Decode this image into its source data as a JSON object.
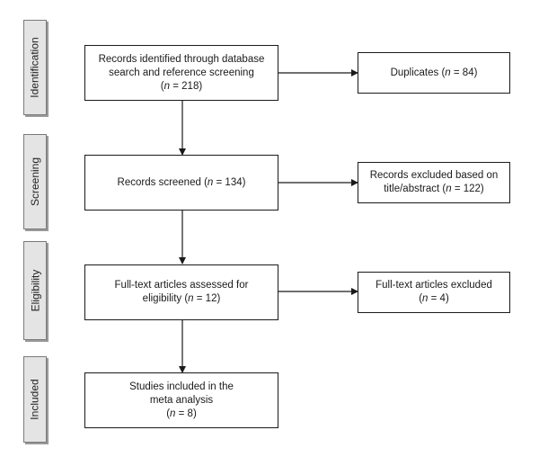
{
  "stages": {
    "identification": "Identification",
    "screening": "Screening",
    "eligibility": "Eligibility",
    "included": "Included"
  },
  "boxes": {
    "records_identified": {
      "line1": "Records identified through database",
      "line2": "search and reference screening",
      "n_prefix": "(",
      "n_var": "n",
      "n_suffix": " = 218)"
    },
    "duplicates": {
      "prefix": "Duplicates (",
      "n_var": "n",
      "suffix": " = 84)"
    },
    "records_screened": {
      "prefix": "Records screened (",
      "n_var": "n",
      "suffix": " = 134)"
    },
    "records_excluded": {
      "line1": "Records excluded based on",
      "line2_prefix": "title/abstract (",
      "n_var": "n",
      "line2_suffix": " = 122)"
    },
    "fulltext_assessed": {
      "line1": "Full-text articles assessed for",
      "line2_prefix": "eligibility (",
      "n_var": "n",
      "line2_suffix": " = 12)"
    },
    "fulltext_excluded": {
      "line1": "Full-text articles excluded",
      "n_prefix": "(",
      "n_var": "n",
      "n_suffix": " = 4)"
    },
    "studies_included": {
      "line1": "Studies included in the",
      "line2": "meta analysis",
      "n_prefix": "(",
      "n_var": "n",
      "n_suffix": " = 8)"
    }
  }
}
